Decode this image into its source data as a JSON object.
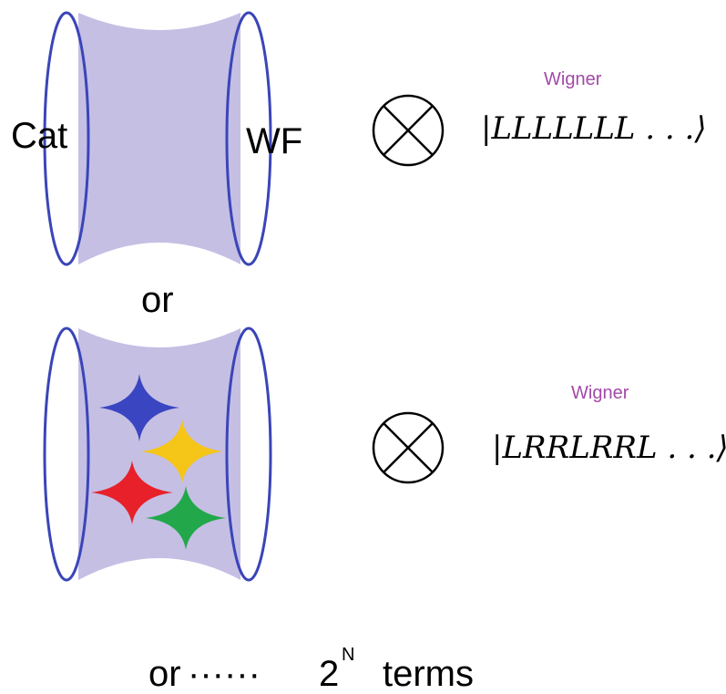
{
  "top": {
    "left_label": "Cat",
    "right_label": "WF",
    "wigner_label": "Wigner",
    "ket": "|LLLLLLL . . .⟩"
  },
  "middle": {
    "or_label": "or"
  },
  "bottom_diagram": {
    "wigner_label": "Wigner",
    "ket": "|LRRLRRL . . .⟩"
  },
  "footer": {
    "or_word": "or",
    "dots": "······",
    "base": "2",
    "exponent": "N",
    "terms": "terms"
  },
  "colors": {
    "tube_fill": "#c5bfe4",
    "ring_stroke": "#3a45b8",
    "wigner": "#a24aa8",
    "star_blue": "#3a45c2",
    "star_yellow": "#f5c518",
    "star_red": "#e8202a",
    "star_green": "#22a84a"
  }
}
